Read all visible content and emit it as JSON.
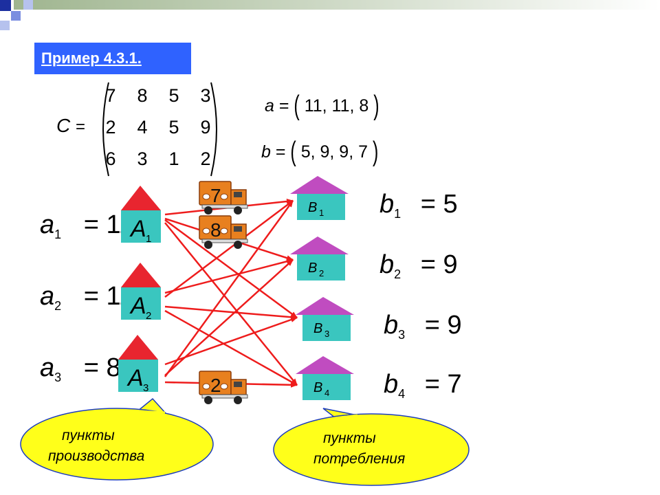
{
  "title": "Пример 4.3.1.",
  "matrix": {
    "label": "C",
    "equals": "=",
    "rows": [
      [
        "7",
        "8",
        "5",
        "3"
      ],
      [
        "2",
        "4",
        "5",
        "9"
      ],
      [
        "6",
        "3",
        "1",
        "2"
      ]
    ]
  },
  "vector_a": {
    "label": "a",
    "equals": "=",
    "values": "11, 11, 8"
  },
  "vector_b": {
    "label": "b",
    "equals": "=",
    "values": "5, 9, 9, 7"
  },
  "supply": [
    {
      "var": "a",
      "sub": "1",
      "value": "11",
      "node": "A",
      "node_sub": "1"
    },
    {
      "var": "a",
      "sub": "2",
      "value": "11",
      "node": "A",
      "node_sub": "2"
    },
    {
      "var": "a",
      "sub": "3",
      "value": "8",
      "node": "A",
      "node_sub": "3"
    }
  ],
  "demand": [
    {
      "var": "b",
      "sub": "1",
      "value": "5",
      "node": "B",
      "node_sub": "1"
    },
    {
      "var": "b",
      "sub": "2",
      "value": "9",
      "node": "B",
      "node_sub": "2"
    },
    {
      "var": "b",
      "sub": "3",
      "value": "9",
      "node": "B",
      "node_sub": "3"
    },
    {
      "var": "b",
      "sub": "4",
      "value": "7",
      "node": "B",
      "node_sub": "4"
    }
  ],
  "trucks": [
    {
      "number": "7"
    },
    {
      "number": "8"
    },
    {
      "number": "2"
    }
  ],
  "callouts": {
    "production": [
      "пункты",
      "производства"
    ],
    "consumption": [
      "пункты",
      "потребления"
    ]
  },
  "colors": {
    "title_bg": "#2f62ff",
    "supply_roof": "#e8252f",
    "supply_body": "#3ac6bf",
    "demand_roof": "#c04cc0",
    "demand_body": "#3ac6bf",
    "arrows": "#ee1c1c",
    "callout_fill": "#ffff1a",
    "truck_body": "#e8801f"
  }
}
